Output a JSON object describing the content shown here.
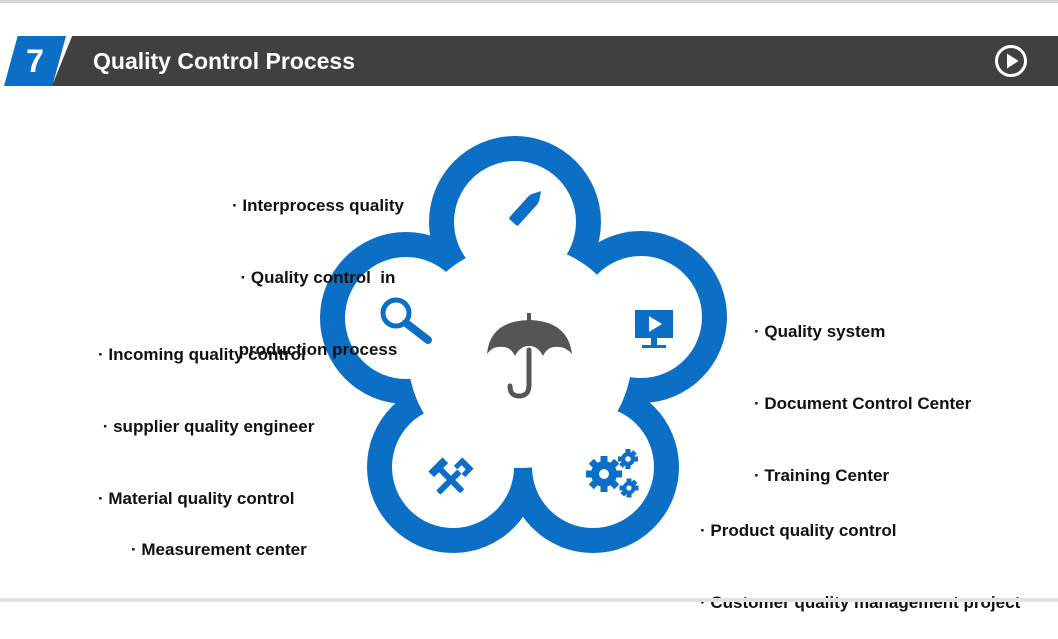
{
  "header": {
    "number": "7",
    "title": "Quality Control Process",
    "play_icon": "play-circle-icon"
  },
  "colors": {
    "accent": "#0b6fc6",
    "title_bar": "#404040",
    "center_icon": "#555555"
  },
  "diagram": {
    "center_icon": "umbrella-icon",
    "nodes": [
      {
        "icon": "pencil-icon",
        "lines": [
          "· Interprocess quality",
          "· Quality control  in",
          "production process"
        ]
      },
      {
        "icon": "monitor-play-icon",
        "lines": [
          "· Quality system",
          "· Document Control Center",
          "· Training Center"
        ]
      },
      {
        "icon": "gears-icon",
        "lines": [
          "· Product quality control",
          "· Customer quality management project"
        ]
      },
      {
        "icon": "tools-icon",
        "lines": [
          "· Measurement center"
        ]
      },
      {
        "icon": "magnifier-icon",
        "lines": [
          "· Incoming quality control",
          " · supplier quality engineer",
          "· Material quality control"
        ]
      }
    ]
  }
}
